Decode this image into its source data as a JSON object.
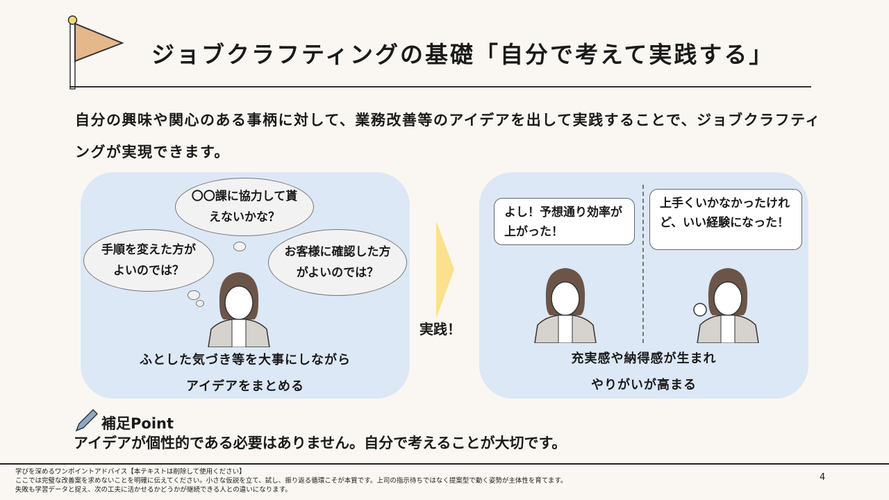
{
  "title": "ジョブクラフティングの基礎「自分で考えて実践する」",
  "lead": "自分の興味や関心のある事柄に対して、業務改善等のアイデアを出して実践することで、ジョブクラフティングが実現できます。",
  "left_panel": {
    "thoughts": [
      "〇〇課に協力して貰えないかな？",
      "手順を変えた方がよいのでは？",
      "お客様に確認した方がよいのでは？"
    ],
    "caption_line1": "ふとした気づき等を大事にしながら",
    "caption_line2": "アイデアをまとめる"
  },
  "arrow_label": "実践！",
  "right_panel": {
    "speech": [
      "よし！予想通り効率が上がった！",
      "上手くいかなかったけれど、いい経験になった！"
    ],
    "caption_line1": "充実感や納得感が生まれ",
    "caption_line2": "やりがいが高まる"
  },
  "point": {
    "heading": "補足Point",
    "text": "アイデアが個性的である必要はありません。自分で考えることが大切です。"
  },
  "footer": {
    "line1": "学びを深めるワンポイントアドバイス【本テキストは削除して使用ください】",
    "line2": "ここでは完璧な改善案を求めないことを明確に伝えてください。小さな仮説を立て、試し、振り返る循環こそが本質です。上司の指示待ちではなく提案型で動く姿勢が主体性を育てます。",
    "line3": "失敗も学習データと捉え、次の工夫に活かせるかどうかが継続できる人との違いになります。"
  },
  "page_number": "4",
  "colors": {
    "background": "#faf7f2",
    "panel": "#dce8f6",
    "flag": "#e4b88a",
    "arrow": "#fbe08e"
  }
}
